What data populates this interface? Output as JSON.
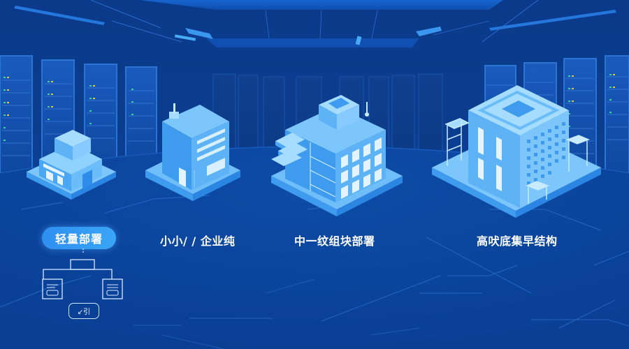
{
  "scene": {
    "theme": "data-center deployment tiers",
    "colors": {
      "background": "#0b3d8f",
      "building_light": "#8fd0ff",
      "building_mid": "#4eaaf5",
      "building_dark": "#2b86e6",
      "pill_accent": "#3aa6f7",
      "label_text": "#ffffff"
    }
  },
  "tiers": [
    {
      "id": "lightweight",
      "label": "轻量部署",
      "selected": true,
      "icon": "small-building-icon"
    },
    {
      "id": "small-enterprise",
      "label": "小小/ / 企业纯",
      "selected": false,
      "icon": "office-building-icon"
    },
    {
      "id": "medium",
      "label": "中一纹组块部署",
      "selected": false,
      "icon": "complex-building-icon"
    },
    {
      "id": "high-availability",
      "label": "高吠底集早结构",
      "selected": false,
      "icon": "datacenter-building-icon"
    }
  ],
  "diagram": {
    "nodes": [
      "node-left",
      "node-right"
    ],
    "tag_label": "↙引"
  }
}
